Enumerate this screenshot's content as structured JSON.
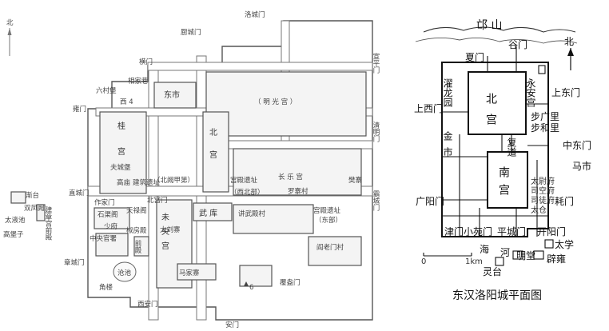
{
  "left_map": {
    "north_mark": "北",
    "gates": {
      "luocheng_men": "洛城门",
      "chu_cheng_men": "厨城门",
      "heng_men": "横门",
      "xuanping_men": "宣平门",
      "qingming_men": "清明门",
      "yong_men": "雍门",
      "zhi_cheng_men": "直城门",
      "ba_cheng_men": "霸城门",
      "zhang_cheng_men": "章城门",
      "xi_an_men": "西安门",
      "an_men": "安门",
      "fu_ang_men": "覆盎门"
    },
    "districts": {
      "dong_shi": "东市",
      "ming_guang_gong": "（ 明 光 宫 ）",
      "bei_gong": "北宫",
      "gui_gong": "桂宫",
      "chang_le_gong": "长 乐 宫",
      "wei_yang_gong": "未央宫",
      "wu_ku": "武 库",
      "qian_dian": "前殿"
    },
    "villages": {
      "liu_cun_bao": "六村堡",
      "xiang_jia_xiang": "相家巷",
      "shi_4": "西 4",
      "fu_cheng_bao": "夫城堡",
      "gao_miao": "高庙",
      "jian_zhu_yi_zhi": "建筑遗址",
      "bei_que_jia_di": "（北阙甲第）",
      "gong_dian_yi_zhi": "宫殿遗址",
      "xi_bei_bu": "（西北部）",
      "luo_zhai_cun": "罗寨村",
      "fan_zhai": "樊寨",
      "jiang_wu_dian_cun": "讲武殿村",
      "gong_dian_yi_zhi_dong": "宫殿遗址",
      "dong_bu": "（东部）",
      "bei_gong_men": "北宫门",
      "zuo_jia_cun": "作家门",
      "tian_lu_ge": "天禄阁",
      "shi_qu_ge": "石渠阁",
      "xiao_fu": "少府",
      "jiao_fang_dian": "椒房殿",
      "zhong_yang_guan_shu": "中央官署",
      "da_liu_zhai": "大刘寨",
      "cang_chi": "沧池",
      "ma_jia_zhai": "马家寨",
      "jiao_lou": "角楼",
      "yan_lao_men_cun": "阎老门村",
      "jian_tai": "渐台",
      "tai_ye_chi": "太液池",
      "shuang_feng_que": "双凤阙",
      "gao_bao_zi": "高堡子",
      "jian_zhang_gong_qian_dian": "建章宫前殿",
      "marker_6": "6"
    }
  },
  "right_map": {
    "title": "东汉洛阳城平面图",
    "north_mark": "北",
    "mang_shan": "邙    山",
    "gu_men": "谷门",
    "xia_men": "夏门",
    "zhuo_long_yuan": "濯龙园",
    "bei_gong": "北宫",
    "yong_an_gong": "永安宫",
    "shang_xi_men": "上西门",
    "shang_dong_men": "上东门",
    "bu_guang_li": "步广里",
    "bu_he_li": "步和里",
    "jin_shi": "金市",
    "fu_dao": "复道",
    "zhong_dong_men": "中东门",
    "nan_gong": "南宫",
    "ma_shi": "马市",
    "tai_wei_fu": "太尉府",
    "si_kong_fu": "司空府",
    "si_tu_fu": "司徒府",
    "tai_cang": "太仓",
    "guang_yang_men": "广阳门",
    "hao_men": "耗门",
    "jin_men": "津门",
    "xiao_yuan_men": "小苑门",
    "ping_cheng_men": "平城门",
    "kai_yang_men": "开阳门",
    "scale_0": "0",
    "scale_1": "1km",
    "tai_xue": "太学",
    "ming_tang": "明堂",
    "bi_yong": "辟雍",
    "ling_tai": "灵台",
    "hai": "海",
    "he": "河"
  }
}
